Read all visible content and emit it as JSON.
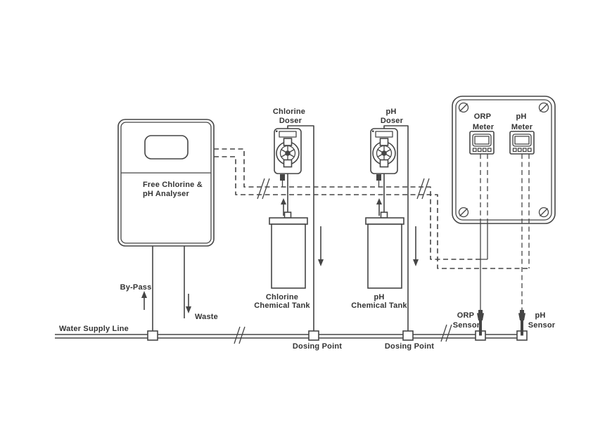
{
  "analyser": {
    "line1": "Free Chlorine &",
    "line2": "pH Analyser"
  },
  "chlorine_doser": {
    "line1": "Chlorine",
    "line2": "Doser"
  },
  "ph_doser": {
    "line1": "pH",
    "line2": "Doser"
  },
  "chlorine_tank": {
    "line1": "Chlorine",
    "line2": "Chemical Tank"
  },
  "ph_tank": {
    "line1": "pH",
    "line2": "Chemical Tank"
  },
  "orp_meter": {
    "line1": "ORP",
    "line2": "Meter"
  },
  "ph_meter": {
    "line1": "pH",
    "line2": "Meter"
  },
  "orp_sensor": {
    "line1": "ORP",
    "line2": "Sensor"
  },
  "ph_sensor": {
    "line1": "pH",
    "line2": "Sensor"
  },
  "water_line": {
    "label": "Water Supply Line"
  },
  "bypass": {
    "label": "By-Pass"
  },
  "waste": {
    "label": "Waste"
  },
  "dosing_points": {
    "first": "Dosing Point",
    "second": "Dosing Point"
  },
  "colors": {
    "line": "#454545",
    "text": "#333333",
    "background": "#ffffff"
  }
}
